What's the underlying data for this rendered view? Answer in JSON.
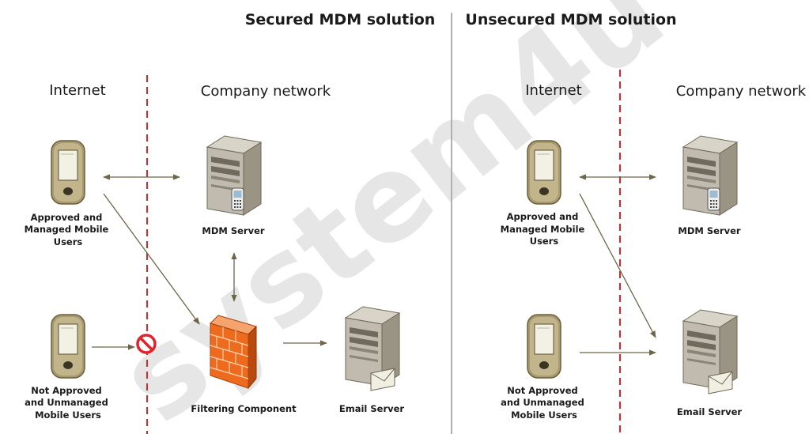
{
  "watermark": "system4u",
  "secured": {
    "title": "Secured MDM solution",
    "zone_internet": "Internet",
    "zone_company": "Company network",
    "approved_users": [
      "Approved and",
      "Managed Mobile",
      "Users"
    ],
    "unmanaged_users": [
      "Not Approved",
      "and Unmanaged",
      "Mobile Users"
    ],
    "mdm_server": "MDM Server",
    "filtering_component": "Filtering Component",
    "email_server": "Email Server"
  },
  "unsecured": {
    "title": "Unsecured MDM solution",
    "zone_internet": "Internet",
    "zone_company": "Company network",
    "approved_users": [
      "Approved and",
      "Managed Mobile",
      "Users"
    ],
    "unmanaged_users": [
      "Not Approved",
      "and Unmanaged",
      "Mobile Users"
    ],
    "mdm_server": "MDM Server",
    "email_server": "Email Server"
  },
  "colors": {
    "boundary": "#e0242b",
    "divider": "#b0b0b0",
    "arrow": "#6d6548",
    "firewall": "#ee6a1c",
    "blocked": "#e0242b"
  },
  "icons": {
    "phone": "mobile-phone-icon",
    "server": "server-icon",
    "firewall": "firewall-icon",
    "blocked": "no-entry-icon"
  }
}
